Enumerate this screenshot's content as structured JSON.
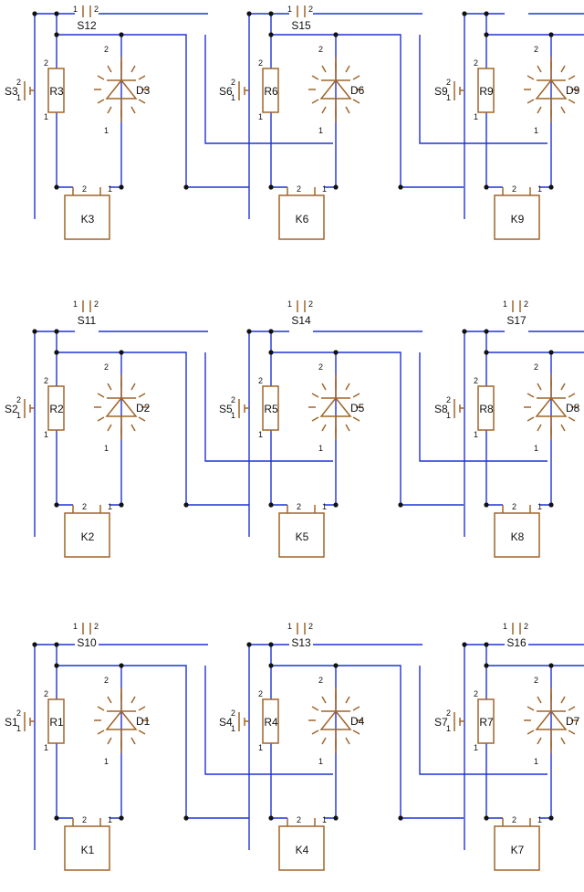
{
  "colors": {
    "wire": "#1f32d6",
    "component": "#a0652a",
    "node": "#111111",
    "background": "#ffffff"
  },
  "cells": [
    {
      "switch": "S3",
      "resistor": "R3",
      "diode": "D3",
      "relay": "K3",
      "pin_a": "2",
      "pin_b": "1"
    },
    {
      "switch": "S6",
      "resistor": "R6",
      "diode": "D6",
      "relay": "K6",
      "pin_a": "2",
      "pin_b": "1"
    },
    {
      "switch": "S9",
      "resistor": "R9",
      "diode": "D9",
      "relay": "K9",
      "pin_a": "2",
      "pin_b": "1"
    },
    {
      "switch": "S2",
      "resistor": "R2",
      "diode": "D2",
      "relay": "K2",
      "pin_a": "2",
      "pin_b": "1"
    },
    {
      "switch": "S5",
      "resistor": "R5",
      "diode": "D5",
      "relay": "K5",
      "pin_a": "2",
      "pin_b": "1"
    },
    {
      "switch": "S8",
      "resistor": "R8",
      "diode": "D8",
      "relay": "K8",
      "pin_a": "2",
      "pin_b": "1"
    },
    {
      "switch": "S1",
      "resistor": "R1",
      "diode": "D1",
      "relay": "K1",
      "pin_a": "2",
      "pin_b": "1"
    },
    {
      "switch": "S4",
      "resistor": "R4",
      "diode": "D4",
      "relay": "K4",
      "pin_a": "2",
      "pin_b": "1"
    },
    {
      "switch": "S7",
      "resistor": "R7",
      "diode": "D7",
      "relay": "K7",
      "pin_a": "2",
      "pin_b": "1"
    }
  ],
  "bus_switches": [
    {
      "label": "S12",
      "pin_a": "1",
      "pin_b": "2"
    },
    {
      "label": "S15",
      "pin_a": "1",
      "pin_b": "2"
    },
    {
      "label": "S11",
      "pin_a": "1",
      "pin_b": "2"
    },
    {
      "label": "S14",
      "pin_a": "1",
      "pin_b": "2"
    },
    {
      "label": "S17",
      "pin_a": "1",
      "pin_b": "2"
    },
    {
      "label": "S10",
      "pin_a": "1",
      "pin_b": "2"
    },
    {
      "label": "S13",
      "pin_a": "1",
      "pin_b": "2"
    },
    {
      "label": "S16",
      "pin_a": "1",
      "pin_b": "2"
    }
  ]
}
